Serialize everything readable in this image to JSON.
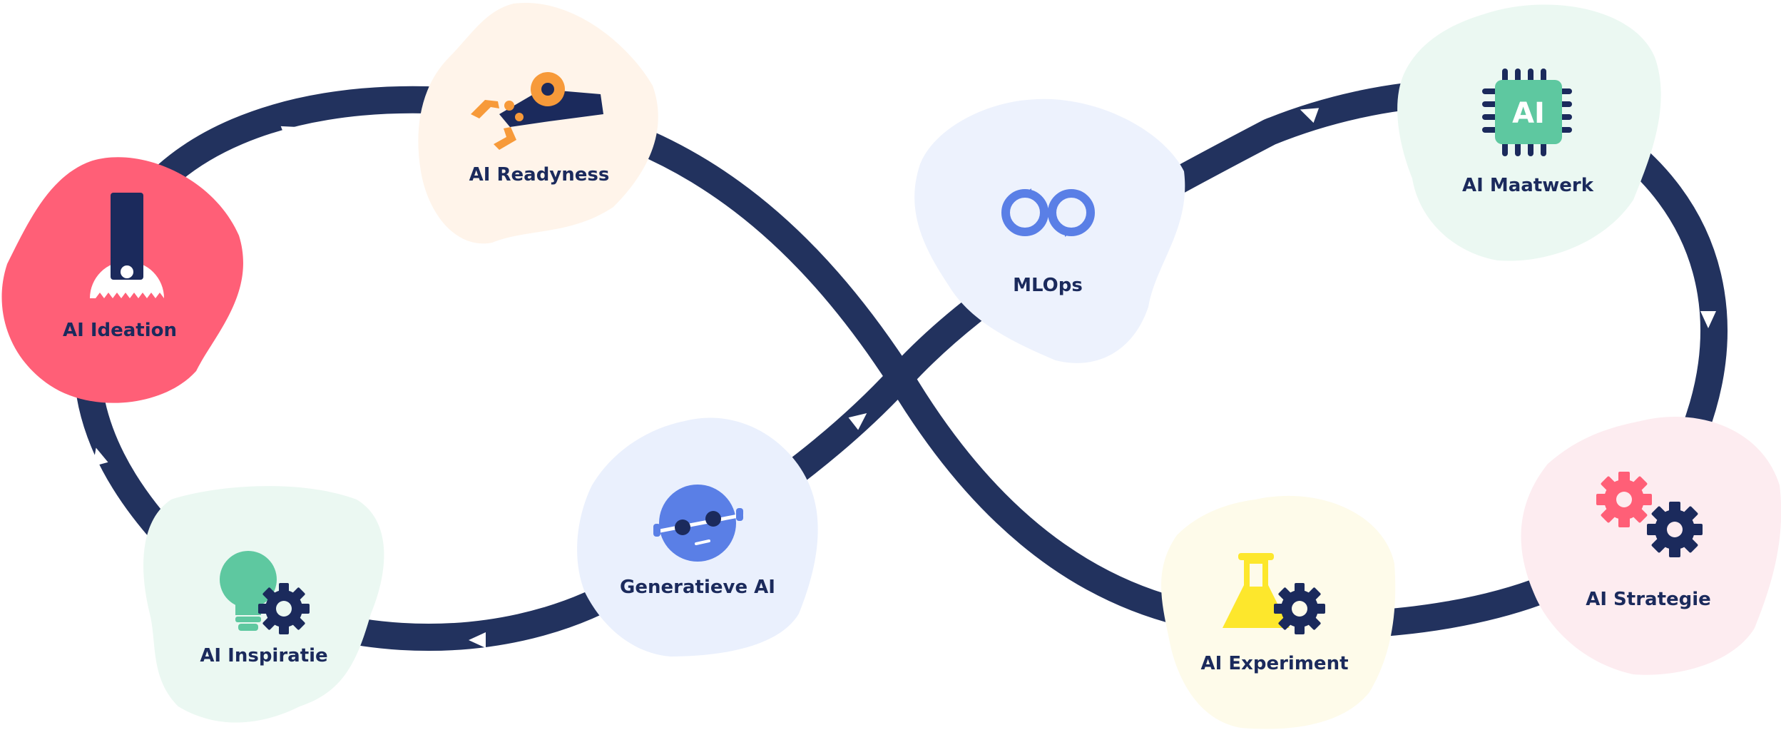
{
  "colors": {
    "track": "#22325e",
    "arrow": "#ffffff",
    "label": "#1b2a5c",
    "ideation_blob": "#ff5f77",
    "readyness_blob": "#fff4ea",
    "mlops_blob": "#edf2fd",
    "maatwerk_blob": "#ebf8f2",
    "inspiratie_blob": "#ebf8f2",
    "generatieve_blob": "#eaf0fd",
    "experiment_blob": "#fefbea",
    "strategie_blob": "#fdecf0",
    "accent_orange": "#f79a3a",
    "accent_blue": "#5a7fe6",
    "accent_green": "#5ec8a0",
    "accent_yellow": "#fde72c",
    "accent_red": "#ff5f77",
    "navy": "#1b2a5c"
  },
  "nodes": {
    "ideation": {
      "label": "AI Ideation",
      "icon": "robot-tool-icon"
    },
    "readyness": {
      "label": "AI Readyness",
      "icon": "robot-arm-icon"
    },
    "mlops": {
      "label": "MLOps",
      "icon": "infinity-loop-icon"
    },
    "maatwerk": {
      "label": "AI Maatwerk",
      "icon": "ai-chip-icon"
    },
    "inspiratie": {
      "label": "AI Inspiratie",
      "icon": "lightbulb-gear-icon"
    },
    "generatieve": {
      "label": "Generatieve AI",
      "icon": "robot-face-icon"
    },
    "experiment": {
      "label": "AI Experiment",
      "icon": "flask-gear-icon"
    },
    "strategie": {
      "label": "AI Strategie",
      "icon": "gears-icon"
    }
  }
}
